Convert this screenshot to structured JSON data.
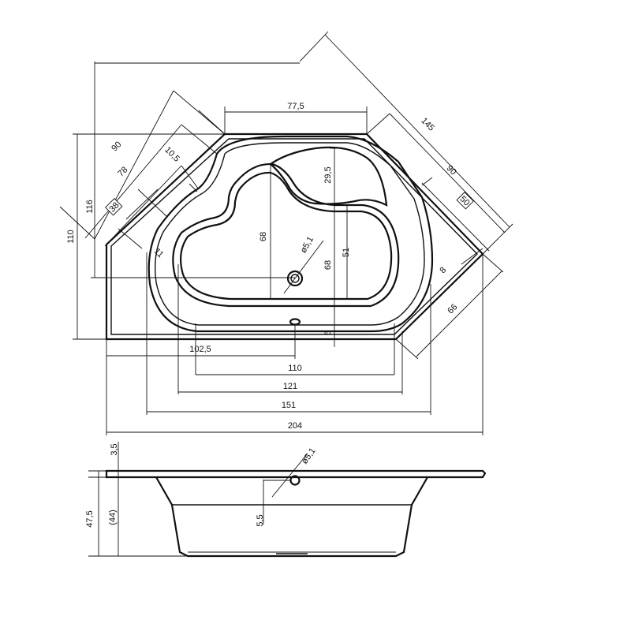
{
  "drawing": {
    "plan": {
      "top_width": "77,5",
      "diag_overall": "145",
      "diag_right_inner": "90",
      "diag_right_short": "66",
      "diag_right_rim": "8",
      "diag_left_outer": "90",
      "diag_left_inner": "78",
      "diag_left_rim": "10,5",
      "diag_left_step": "11",
      "boxed_left": "38",
      "boxed_right": "50",
      "height_outer": "116",
      "height_mid": "110",
      "seat_depth": "29,5",
      "basin_depth_left": "68",
      "basin_depth_right": "68",
      "basin_width_right": "51",
      "overflow_offset": "6",
      "drain_diameter": "ø5,1",
      "bottom_half": "102,5",
      "bottom_110": "110",
      "bottom_121": "121",
      "bottom_151": "151",
      "bottom_overall": "204"
    },
    "section": {
      "rim_thickness": "3,5",
      "total_height": "47,5",
      "inner_height": "(44)",
      "drain_height": "5,5",
      "drain_diameter": "ø5,1"
    }
  }
}
